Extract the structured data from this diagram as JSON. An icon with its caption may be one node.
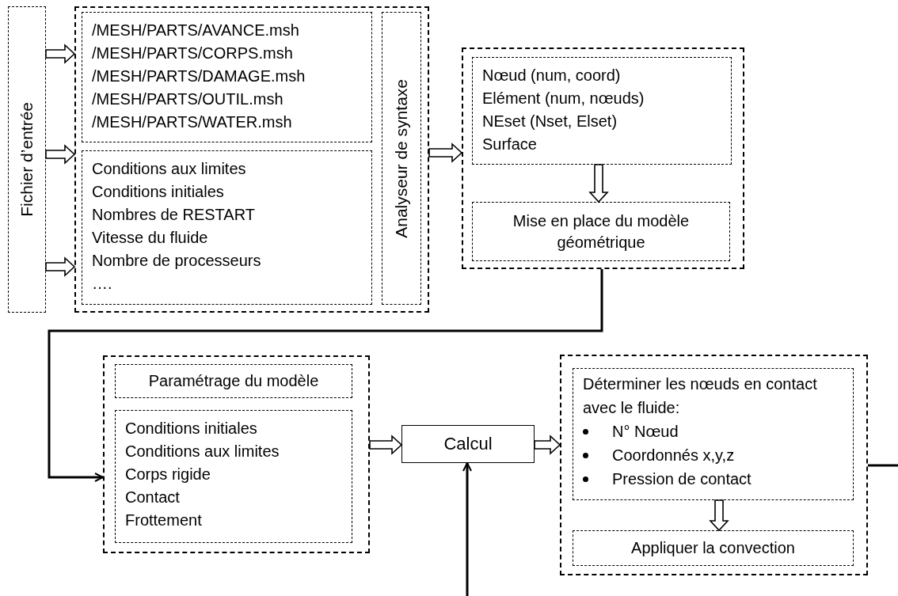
{
  "diagram": {
    "nodes": [
      {
        "text": [
          "Fichier d’entrée"
        ]
      },
      {
        "text": [],
        "shape": "box"
      },
      {
        "text": [
          "/MESH/PARTS/AVANCE.msh",
          "/MESH/PARTS/CORPS.msh",
          "/MESH/PARTS/DAMAGE.msh",
          "/MESH/PARTS/OUTIL.msh",
          "/MESH/PARTS/WATER.msh"
        ],
        "in": 1
      },
      {
        "text": [
          "Conditions aux limites",
          "Conditions initiales",
          "Nombres de RESTART",
          "Vitesse du fluide",
          "Nombre de processeurs",
          "…."
        ],
        "in": 1
      },
      {
        "text": [
          "Analyseur de syntaxe"
        ],
        "in": 1
      },
      {
        "text": [],
        "shape": "box"
      },
      {
        "text": [
          "Nœud (num, coord)",
          "Elément (num, nœuds)",
          "NEset  (Nset, Elset)",
          "Surface"
        ],
        "in": 5
      },
      {
        "text": [
          "Mise en place du modèle géométrique"
        ],
        "in": 5
      },
      {
        "text": [],
        "shape": "box"
      },
      {
        "text": [
          "Paramétrage du modèle"
        ],
        "in": 8
      },
      {
        "text": [
          "Conditions initiales",
          "Conditions aux limites",
          "Corps rigide",
          "Contact",
          "Frottement"
        ],
        "in": 8
      },
      {
        "text": [
          "Calcul"
        ]
      },
      {
        "text": [],
        "shape": "box"
      },
      {
        "text": [
          "Déterminer les nœuds en contact avec le fluide:",
          "N° Nœud",
          "Coordonnés x,y,z",
          "Pression de contact"
        ],
        "in": 12
      },
      {
        "text": [
          "Appliquer la convection"
        ],
        "in": 12
      }
    ],
    "edges": [
      {
        "from": 0,
        "to": 1,
        "arrow": "to"
      },
      {
        "from": 0,
        "to": 1,
        "arrow": "to"
      },
      {
        "from": 0,
        "to": 1,
        "arrow": "to"
      },
      {
        "from": 1,
        "to": 5,
        "arrow": "to"
      },
      {
        "from": 6,
        "to": 7,
        "arrow": "to"
      },
      {
        "from": 5,
        "to": 8,
        "arrow": "to"
      },
      {
        "from": 8,
        "to": 11,
        "arrow": "to"
      },
      {
        "from": 11,
        "to": 12,
        "arrow": "to"
      },
      {
        "from": null,
        "to": 11,
        "arrow": "to"
      },
      {
        "from": 12,
        "to": null,
        "arrow": "none"
      },
      {
        "from": 13,
        "to": 14,
        "arrow": "to"
      }
    ]
  }
}
